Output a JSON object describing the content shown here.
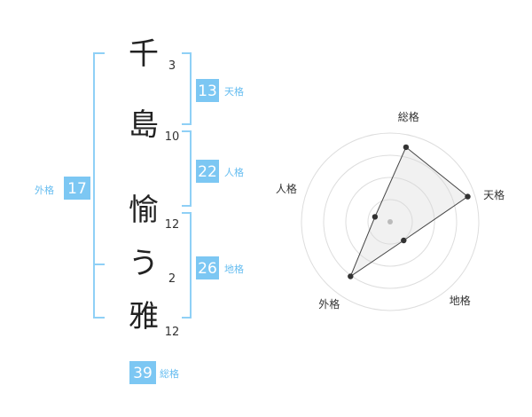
{
  "name_chars": [
    {
      "char": "千",
      "strokes": "3"
    },
    {
      "char": "島",
      "strokes": "10"
    },
    {
      "char": "愉",
      "strokes": "12"
    },
    {
      "char": "う",
      "strokes": "2"
    },
    {
      "char": "雅",
      "strokes": "12"
    }
  ],
  "fortunes": {
    "tenkaku": {
      "value": "13",
      "label": "天格"
    },
    "jinkaku": {
      "value": "22",
      "label": "人格"
    },
    "chikaku": {
      "value": "26",
      "label": "地格"
    },
    "gaikaku": {
      "value": "17",
      "label": "外格"
    },
    "soukaku": {
      "value": "39",
      "label": "総格"
    }
  },
  "colors": {
    "accent": "#7cc7f3",
    "accent_text": "#66bdf0",
    "bracket": "#8fd0f6"
  },
  "chart_data": {
    "type": "radar",
    "categories": [
      "総格",
      "天格",
      "地格",
      "外格",
      "人格"
    ],
    "scale_max": 5,
    "rings": 4,
    "values": [
      4.3,
      4.6,
      1.3,
      3.8,
      0.9
    ]
  }
}
